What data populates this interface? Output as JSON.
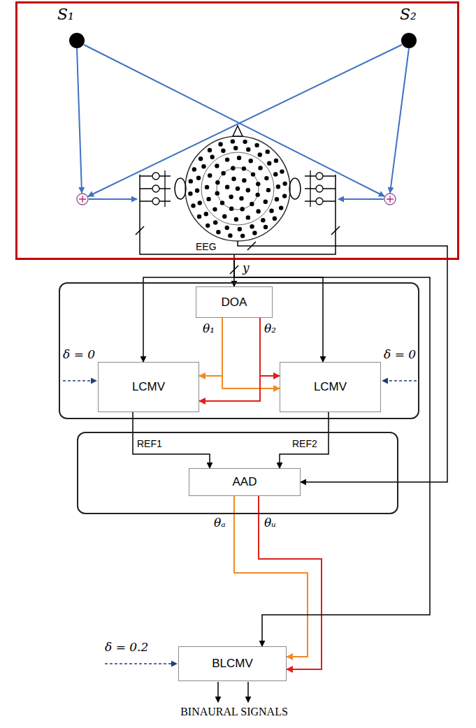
{
  "diagram": {
    "nodes": [
      {
        "text": [
          "S₁",
          "S₂",
          "EEG"
        ]
      },
      {
        "text": [
          "δ = 0",
          "δ = 0"
        ]
      },
      {
        "text": [
          "DOA"
        ],
        "in": 1
      },
      {
        "text": [
          "LCMV"
        ],
        "in": 1
      },
      {
        "text": [
          "LCMV"
        ],
        "in": 1
      },
      {
        "text": []
      },
      {
        "text": [
          "AAD"
        ],
        "in": 5
      },
      {
        "text": [
          "BLCMV"
        ]
      }
    ],
    "edges": [
      {
        "from": 0,
        "to": 2,
        "arrow": "to"
      },
      {
        "from": 0,
        "to": 3,
        "arrow": "to"
      },
      {
        "from": 0,
        "to": 4,
        "arrow": "to"
      },
      {
        "from": 2,
        "to": 3,
        "label": "θ₁",
        "arrow": "to"
      },
      {
        "from": 2,
        "to": 4,
        "arrow": "to"
      },
      {
        "from": 2,
        "to": 4,
        "label": "θ₂",
        "arrow": "to"
      },
      {
        "from": 2,
        "to": 3,
        "arrow": "to"
      },
      {
        "from": 3,
        "to": 6,
        "label": "REF1",
        "arrow": "to"
      },
      {
        "from": 4,
        "to": 6,
        "label": "REF2",
        "arrow": "to"
      },
      {
        "from": 0,
        "to": 6,
        "arrow": "to"
      },
      {
        "from": 6,
        "to": 7,
        "label": "θₐ",
        "arrow": "to"
      },
      {
        "from": 6,
        "to": 7,
        "label": "θᵤ",
        "arrow": "to"
      },
      {
        "from": 0,
        "to": 7,
        "arrow": "to"
      }
    ],
    "labels": [
      "y",
      "δ = 0.2",
      "BINAURAL SIGNALS"
    ]
  }
}
